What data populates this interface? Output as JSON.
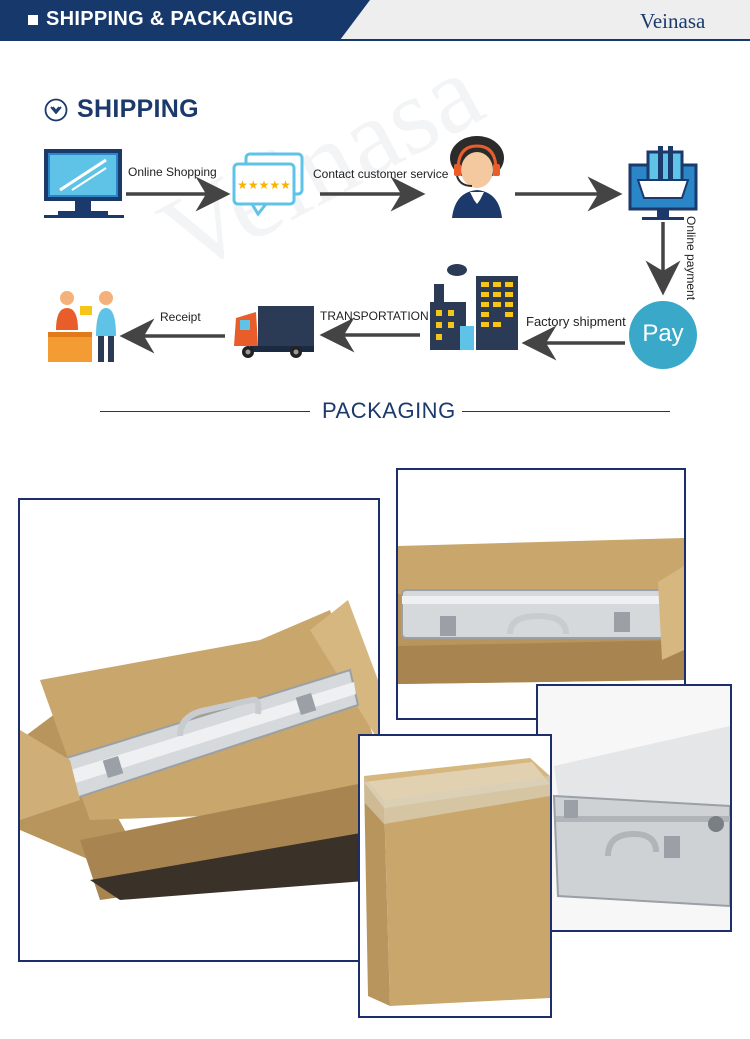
{
  "header": {
    "title": "SHIPPING & PACKAGING",
    "brand": "Veinasa"
  },
  "shipping": {
    "title": "SHIPPING",
    "steps": {
      "online_shopping": "Online Shopping",
      "contact_service": "Contact customer service",
      "online_payment": "Online payment",
      "pay_badge": "Pay",
      "factory_shipment": "Factory shipment",
      "transportation": "TRANSPORTATION",
      "receipt": "Receipt"
    }
  },
  "packaging": {
    "title": "PACKAGING"
  },
  "watermark": "Veinasa",
  "colors": {
    "navy": "#16386b",
    "pay_teal": "#3aa8c9",
    "cardboard": "#c9a66b",
    "aluminum": "#d6d9dc"
  }
}
